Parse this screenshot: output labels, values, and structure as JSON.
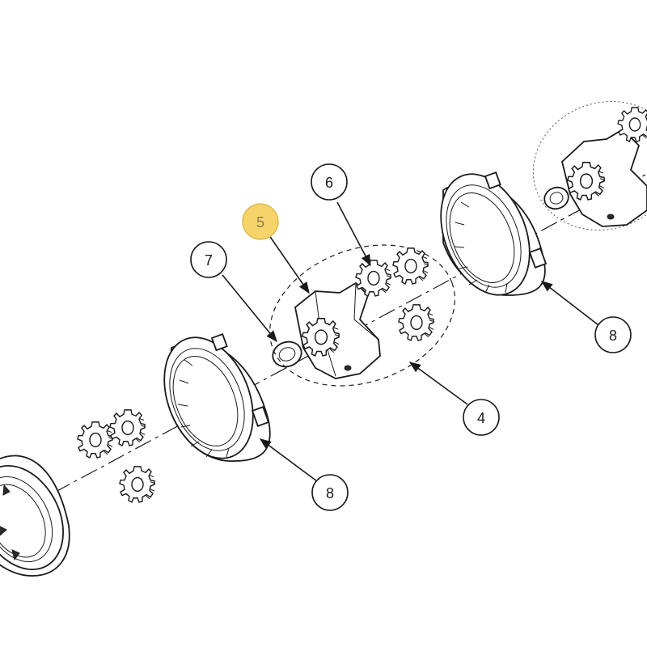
{
  "callouts": {
    "c5": "5",
    "c6": "6",
    "c7": "7",
    "c4": "4",
    "c8a": "8",
    "c8b": "8"
  },
  "colors": {
    "highlight": "#f6d46a",
    "line": "#1a1a1a"
  }
}
